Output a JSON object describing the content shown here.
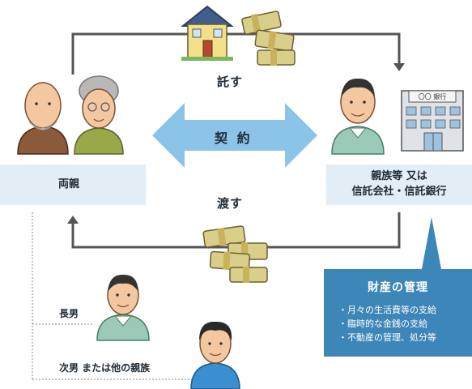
{
  "labels": {
    "entrust": "託す",
    "contract": "契 約",
    "hand_over": "渡す"
  },
  "parents": {
    "title": "両親"
  },
  "trustee": {
    "line1": "親族等 又は",
    "line2": "信託会社・信託銀行"
  },
  "management": {
    "title": "財産の管理",
    "items": [
      "月々の生活費等の支給",
      "臨時的な金銭の支給",
      "不動産の管理、処分等"
    ]
  },
  "family": {
    "eldest_son": "長男",
    "second_son": "次男 または他の親族"
  },
  "bank_sign": "〇〇 銀行",
  "colors": {
    "box_bg": "#e3edf5",
    "management_bg": "#3d86b8",
    "contract_arrow": "#8cc3e8",
    "flow_line": "#555555"
  }
}
